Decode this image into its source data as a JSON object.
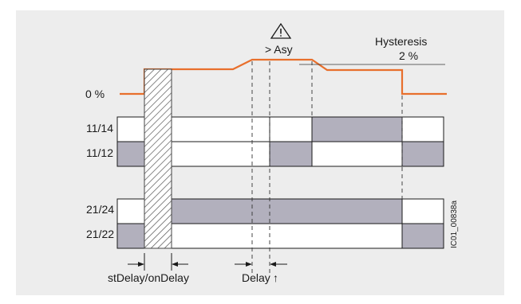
{
  "diagram": {
    "colors": {
      "background": "#ededed",
      "signal": "#e86f2c",
      "relay_on": "#b2b0bd",
      "relay_off": "#ffffff",
      "outline": "#1a1a1a"
    },
    "signal_labels": {
      "zero": "0 %",
      "asymmetry": "> Asy",
      "hysteresis": "Hysteresis",
      "hysteresis_value": "2 %"
    },
    "warning_icon": "warning-triangle-icon",
    "relays": [
      {
        "label": "11/14",
        "segments": [
          "off",
          "off",
          "off",
          "on",
          "off"
        ]
      },
      {
        "label": "11/12",
        "segments": [
          "on",
          "off",
          "on",
          "off",
          "on"
        ]
      },
      {
        "label": "21/24",
        "segments": [
          "off",
          "on",
          "off"
        ]
      },
      {
        "label": "21/22",
        "segments": [
          "on",
          "off",
          "on"
        ]
      }
    ],
    "timing": {
      "stdelay": "stDelay/onDelay",
      "delay": "Delay",
      "delay_arrow": "↑"
    },
    "figure_id": "IC01_00838a"
  }
}
